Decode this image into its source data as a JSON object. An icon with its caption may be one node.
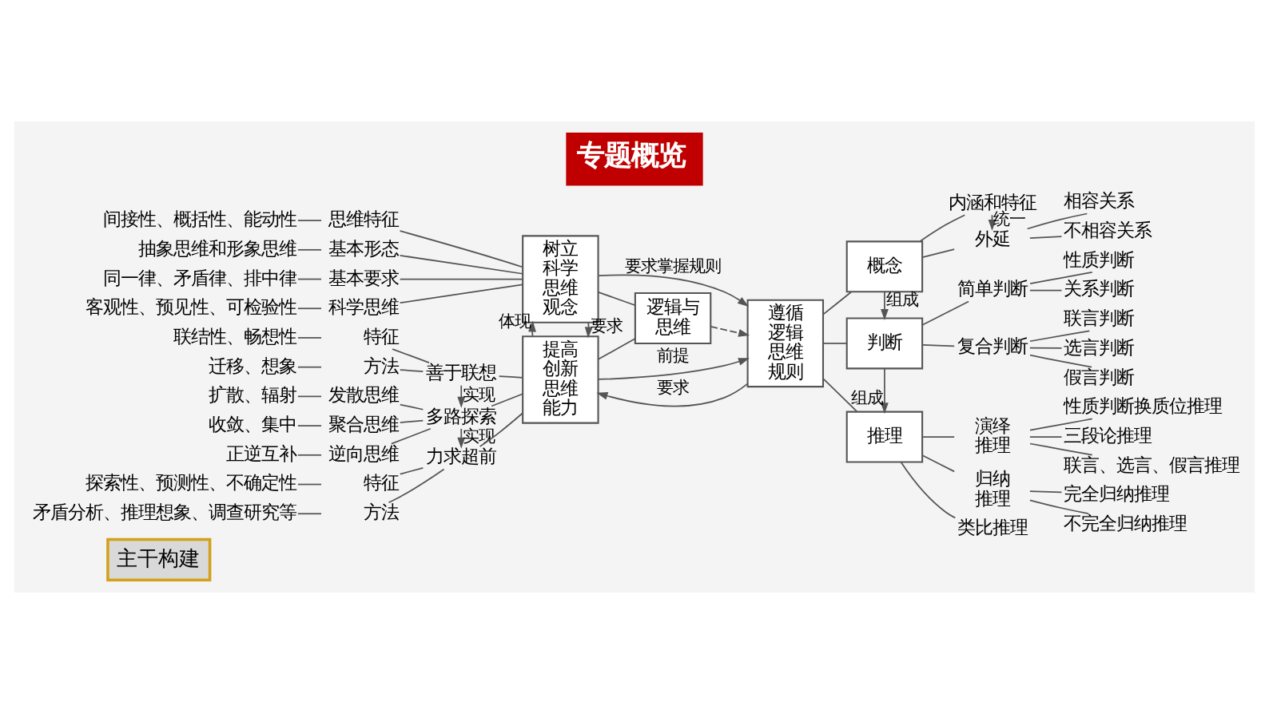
{
  "diagram": {
    "title": "专题概览",
    "nodes": [
      {
        "text": [
          "间接性、概括性、能动性"
        ]
      },
      {
        "text": [
          "思维特征"
        ]
      },
      {
        "text": [
          "抽象思维和形象思维"
        ]
      },
      {
        "text": [
          "基本形态"
        ]
      },
      {
        "text": [
          "同一律、矛盾律、排中律"
        ]
      },
      {
        "text": [
          "基本要求"
        ]
      },
      {
        "text": [
          "客观性、预见性、可检验性"
        ]
      },
      {
        "text": [
          "科学思维"
        ]
      },
      {
        "text": [
          "树立科学思维观念"
        ]
      },
      {
        "text": [
          "逻辑与思维"
        ]
      },
      {
        "text": [
          "遵循逻辑思维规则"
        ]
      },
      {
        "text": [
          "联结性、畅想性"
        ]
      },
      {
        "text": [
          "特征"
        ]
      },
      {
        "text": [
          "迁移、想象"
        ]
      },
      {
        "text": [
          "方法"
        ]
      },
      {
        "text": [
          "善于联想"
        ]
      },
      {
        "text": [
          "扩散、辐射"
        ]
      },
      {
        "text": [
          "发散思维"
        ]
      },
      {
        "text": [
          "收敛、集中"
        ]
      },
      {
        "text": [
          "聚合思维"
        ]
      },
      {
        "text": [
          "正逆互补"
        ]
      },
      {
        "text": [
          "逆向思维"
        ]
      },
      {
        "text": [
          "多路探索"
        ]
      },
      {
        "text": [
          "探索性、预测性、不确定性"
        ]
      },
      {
        "text": [
          "特征"
        ]
      },
      {
        "text": [
          "矛盾分析、推理想象、调查研究等"
        ]
      },
      {
        "text": [
          "方法"
        ]
      },
      {
        "text": [
          "力求超前"
        ]
      },
      {
        "text": [
          "提高创新思维能力"
        ]
      },
      {
        "text": [
          "概念"
        ]
      },
      {
        "text": [
          "内涵和特征"
        ]
      },
      {
        "text": [
          "外延"
        ]
      },
      {
        "text": [
          "相容关系"
        ]
      },
      {
        "text": [
          "不相容关系"
        ]
      },
      {
        "text": [
          "判断"
        ]
      },
      {
        "text": [
          "简单判断"
        ]
      },
      {
        "text": [
          "性质判断"
        ]
      },
      {
        "text": [
          "关系判断"
        ]
      },
      {
        "text": [
          "复合判断"
        ]
      },
      {
        "text": [
          "联言判断"
        ]
      },
      {
        "text": [
          "选言判断"
        ]
      },
      {
        "text": [
          "假言判断"
        ]
      },
      {
        "text": [
          "推理"
        ]
      },
      {
        "text": [
          "演绎推理"
        ]
      },
      {
        "text": [
          "性质判断换质位推理"
        ]
      },
      {
        "text": [
          "三段论推理"
        ]
      },
      {
        "text": [
          "联言、选言、假言推理"
        ]
      },
      {
        "text": [
          "归纳推理"
        ]
      },
      {
        "text": [
          "完全归纳推理"
        ]
      },
      {
        "text": [
          "不完全归纳推理"
        ]
      },
      {
        "text": [
          "类比推理"
        ]
      }
    ],
    "edges": [
      {
        "from": 0,
        "to": 1,
        "arrow": "none"
      },
      {
        "from": 2,
        "to": 3,
        "arrow": "none"
      },
      {
        "from": 4,
        "to": 5,
        "arrow": "none"
      },
      {
        "from": 6,
        "to": 7,
        "arrow": "none"
      },
      {
        "from": 1,
        "to": 8,
        "arrow": "none"
      },
      {
        "from": 3,
        "to": 8,
        "arrow": "none"
      },
      {
        "from": 5,
        "to": 8,
        "arrow": "none"
      },
      {
        "from": 7,
        "to": 8,
        "arrow": "none"
      },
      {
        "from": 8,
        "to": 10,
        "arrow": "to",
        "label": "要求掌握规则"
      },
      {
        "from": 8,
        "to": 28,
        "arrow": "to",
        "label": "要求"
      },
      {
        "from": 28,
        "to": 8,
        "arrow": "to",
        "label": "体现"
      },
      {
        "from": 8,
        "to": 9,
        "arrow": "none"
      },
      {
        "from": 28,
        "to": 9,
        "arrow": "none"
      },
      {
        "from": 9,
        "to": 10,
        "arrow": "to",
        "style": "dashed"
      },
      {
        "from": 11,
        "to": 12,
        "arrow": "none"
      },
      {
        "from": 13,
        "to": 14,
        "arrow": "none"
      },
      {
        "from": 12,
        "to": 15,
        "arrow": "none"
      },
      {
        "from": 14,
        "to": 15,
        "arrow": "none"
      },
      {
        "from": 16,
        "to": 17,
        "arrow": "none"
      },
      {
        "from": 18,
        "to": 19,
        "arrow": "none"
      },
      {
        "from": 20,
        "to": 21,
        "arrow": "none"
      },
      {
        "from": 17,
        "to": 22,
        "arrow": "none"
      },
      {
        "from": 19,
        "to": 22,
        "arrow": "none"
      },
      {
        "from": 21,
        "to": 22,
        "arrow": "none"
      },
      {
        "from": 15,
        "to": 22,
        "arrow": "to",
        "label": "实现"
      },
      {
        "from": 23,
        "to": 24,
        "arrow": "none"
      },
      {
        "from": 25,
        "to": 26,
        "arrow": "none"
      },
      {
        "from": 24,
        "to": 27,
        "arrow": "none"
      },
      {
        "from": 26,
        "to": 27,
        "arrow": "none"
      },
      {
        "from": 22,
        "to": 27,
        "arrow": "to",
        "label": "实现"
      },
      {
        "from": 15,
        "to": 28,
        "arrow": "none"
      },
      {
        "from": 22,
        "to": 28,
        "arrow": "none"
      },
      {
        "from": 27,
        "to": 28,
        "arrow": "none"
      },
      {
        "from": 28,
        "to": 10,
        "arrow": "to",
        "label": "前提"
      },
      {
        "from": 10,
        "to": 28,
        "arrow": "to",
        "label": "要求"
      },
      {
        "from": 10,
        "to": 29,
        "arrow": "none"
      },
      {
        "from": 10,
        "to": 34,
        "arrow": "none"
      },
      {
        "from": 10,
        "to": 42,
        "arrow": "none"
      },
      {
        "from": 29,
        "to": 34,
        "arrow": "to",
        "label": "组成"
      },
      {
        "from": 34,
        "to": 42,
        "arrow": "to",
        "label": "组成"
      },
      {
        "from": 29,
        "to": 30,
        "arrow": "none"
      },
      {
        "from": 29,
        "to": 31,
        "arrow": "none"
      },
      {
        "from": 30,
        "to": 31,
        "arrow": "to",
        "label": "统一"
      },
      {
        "from": 31,
        "to": 32,
        "arrow": "none"
      },
      {
        "from": 31,
        "to": 33,
        "arrow": "none"
      },
      {
        "from": 34,
        "to": 35,
        "arrow": "none"
      },
      {
        "from": 34,
        "to": 38,
        "arrow": "none"
      },
      {
        "from": 35,
        "to": 36,
        "arrow": "none"
      },
      {
        "from": 35,
        "to": 37,
        "arrow": "none"
      },
      {
        "from": 38,
        "to": 39,
        "arrow": "none"
      },
      {
        "from": 38,
        "to": 40,
        "arrow": "none"
      },
      {
        "from": 38,
        "to": 41,
        "arrow": "none"
      },
      {
        "from": 42,
        "to": 43,
        "arrow": "none"
      },
      {
        "from": 42,
        "to": 47,
        "arrow": "none"
      },
      {
        "from": 42,
        "to": 50,
        "arrow": "none"
      },
      {
        "from": 43,
        "to": 44,
        "arrow": "none"
      },
      {
        "from": 43,
        "to": 45,
        "arrow": "none"
      },
      {
        "from": 43,
        "to": 46,
        "arrow": "none"
      },
      {
        "from": 47,
        "to": 48,
        "arrow": "none"
      },
      {
        "from": 47,
        "to": 49,
        "arrow": "none"
      }
    ],
    "labels": [
      "主干构建"
    ]
  }
}
